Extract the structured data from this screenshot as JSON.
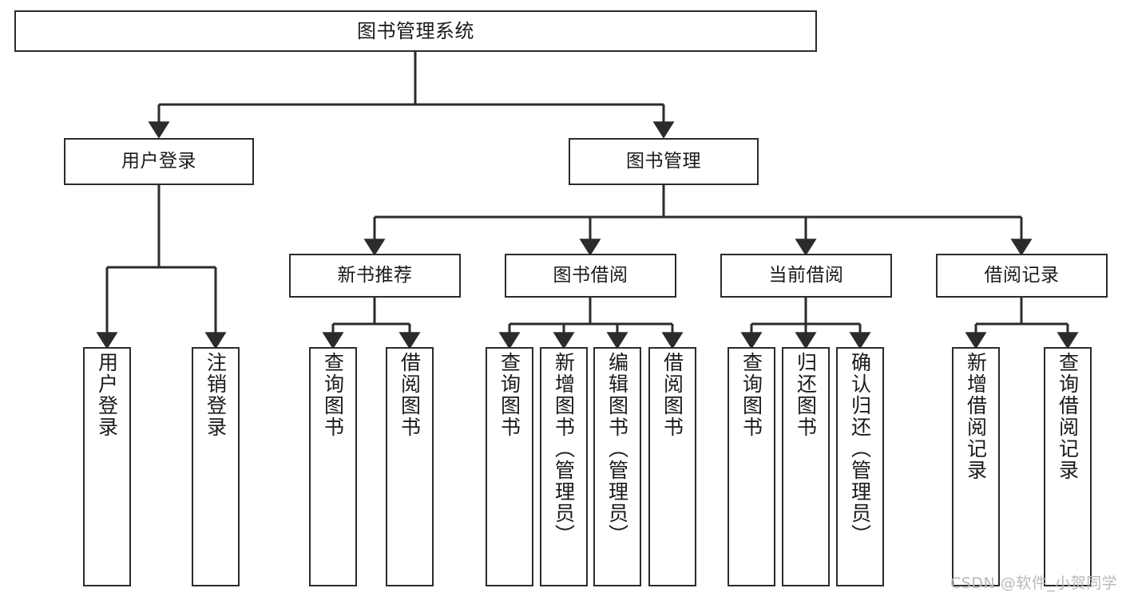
{
  "diagram": {
    "title": "图书管理系统",
    "type": "tree-hierarchy",
    "orientation": "top-down",
    "colors": {
      "box_border": "#2b2b2b",
      "box_fill": "#ffffff",
      "edge": "#2b2b2b",
      "text": "#1a1a1a",
      "watermark": "#b9b9b9",
      "background": "#ffffff"
    }
  },
  "watermark": {
    "text": "CSDN @软件_小贺同学"
  },
  "nodes": {
    "root": {
      "label": "图书管理系统"
    },
    "level1": [
      {
        "id": "user-login",
        "label": "用户登录"
      },
      {
        "id": "book-manage",
        "label": "图书管理"
      }
    ],
    "level2": [
      {
        "id": "new-book-recommend",
        "label": "新书推荐"
      },
      {
        "id": "book-borrow",
        "label": "图书借阅"
      },
      {
        "id": "current-borrow",
        "label": "当前借阅"
      },
      {
        "id": "borrow-record",
        "label": "借阅记录"
      }
    ],
    "leaves": {
      "user-login": [
        {
          "id": "leaf-user-login",
          "label": "用户登录"
        },
        {
          "id": "leaf-user-logout",
          "label": "注销登录"
        }
      ],
      "new-book-recommend": [
        {
          "id": "leaf-query-book-1",
          "label": "查询图书"
        },
        {
          "id": "leaf-borrow-book-1",
          "label": "借阅图书"
        }
      ],
      "book-borrow": [
        {
          "id": "leaf-query-book-2",
          "label": "查询图书"
        },
        {
          "id": "leaf-add-book",
          "label": "新增图书（管理员）"
        },
        {
          "id": "leaf-edit-book",
          "label": "编辑图书（管理员）"
        },
        {
          "id": "leaf-borrow-book-2",
          "label": "借阅图书"
        }
      ],
      "current-borrow": [
        {
          "id": "leaf-query-book-3",
          "label": "查询图书"
        },
        {
          "id": "leaf-return-book",
          "label": "归还图书"
        },
        {
          "id": "leaf-confirm-return",
          "label": "确认归还（管理员）"
        }
      ],
      "borrow-record": [
        {
          "id": "leaf-add-record",
          "label": "新增借阅记录"
        },
        {
          "id": "leaf-query-record",
          "label": "查询借阅记录"
        }
      ]
    }
  }
}
